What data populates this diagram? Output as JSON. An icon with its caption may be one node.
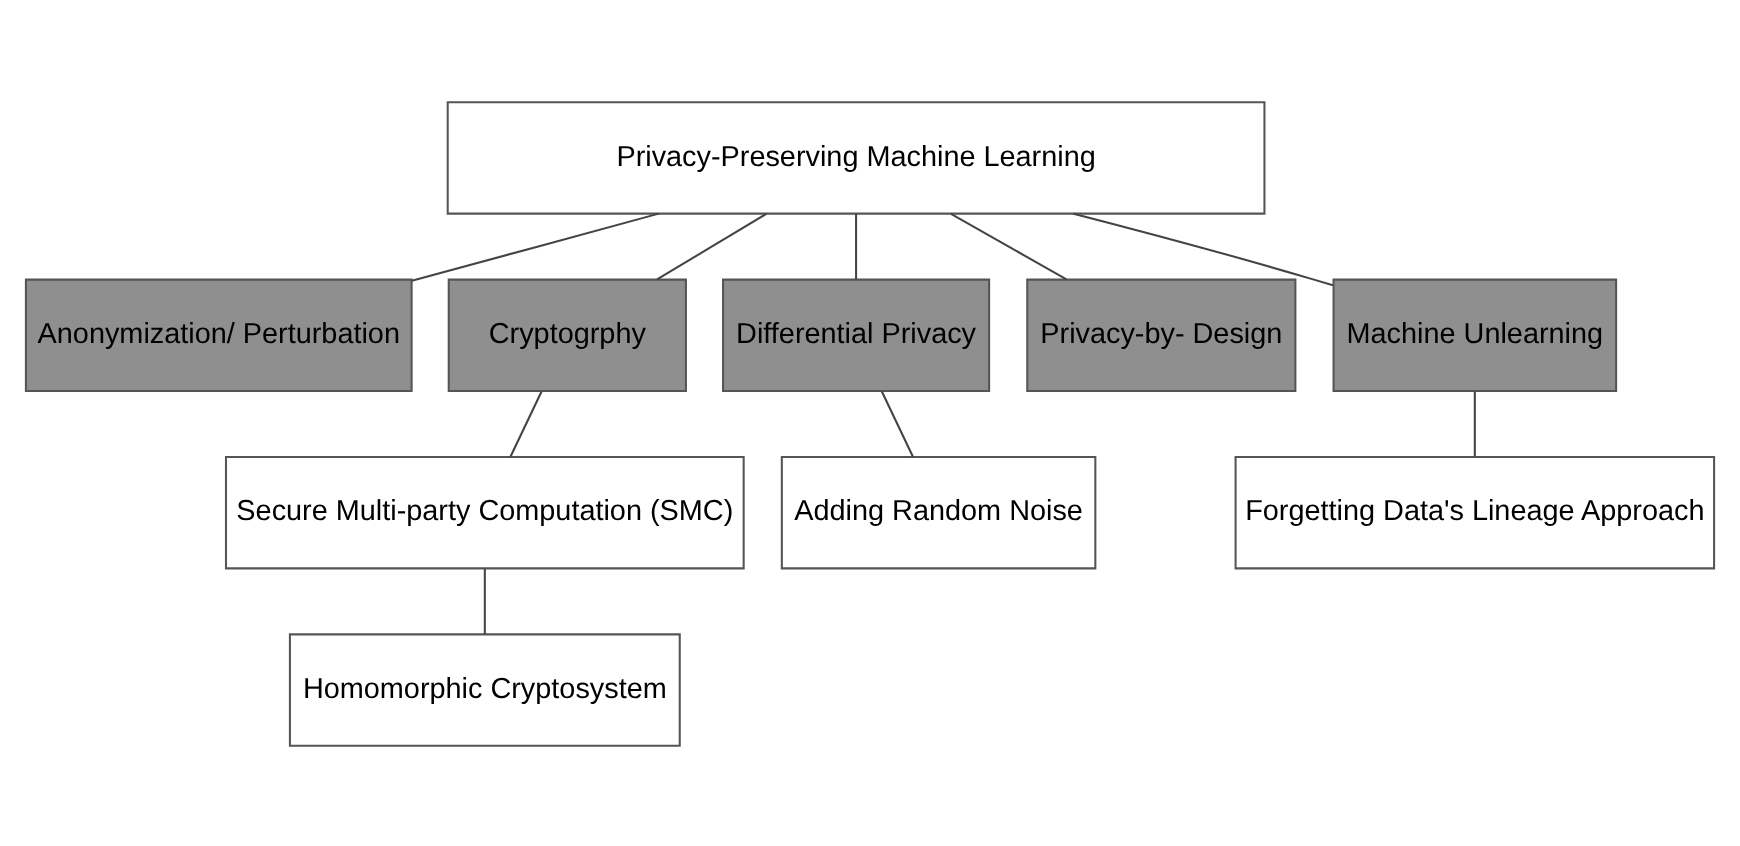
{
  "diagram": {
    "nodes": [
      {
        "text": [
          "Privacy-Preserving Machine Learning"
        ]
      },
      {
        "text": [
          "Anonymization/ Perturbation"
        ]
      },
      {
        "text": [
          "Cryptogrphy"
        ]
      },
      {
        "text": [
          "Differential Privacy"
        ]
      },
      {
        "text": [
          "Privacy-by- Design"
        ]
      },
      {
        "text": [
          "Machine Unlearning"
        ]
      },
      {
        "text": [
          "Secure Multi-party Computation (SMC)"
        ]
      },
      {
        "text": [
          "Adding Random Noise"
        ]
      },
      {
        "text": [
          "Forgetting Data's Lineage Approach"
        ]
      },
      {
        "text": [
          "Homomorphic Cryptosystem"
        ]
      }
    ],
    "edges": [
      {
        "from": 0,
        "to": 1,
        "arrow": "none"
      },
      {
        "from": 0,
        "to": 2,
        "arrow": "none"
      },
      {
        "from": 0,
        "to": 3,
        "arrow": "none"
      },
      {
        "from": 0,
        "to": 4,
        "arrow": "none"
      },
      {
        "from": 0,
        "to": 5,
        "arrow": "none"
      },
      {
        "from": 2,
        "to": 6,
        "arrow": "none"
      },
      {
        "from": 3,
        "to": 7,
        "arrow": "none"
      },
      {
        "from": 5,
        "to": 8,
        "arrow": "none"
      },
      {
        "from": 6,
        "to": 9,
        "arrow": "none"
      }
    ]
  }
}
